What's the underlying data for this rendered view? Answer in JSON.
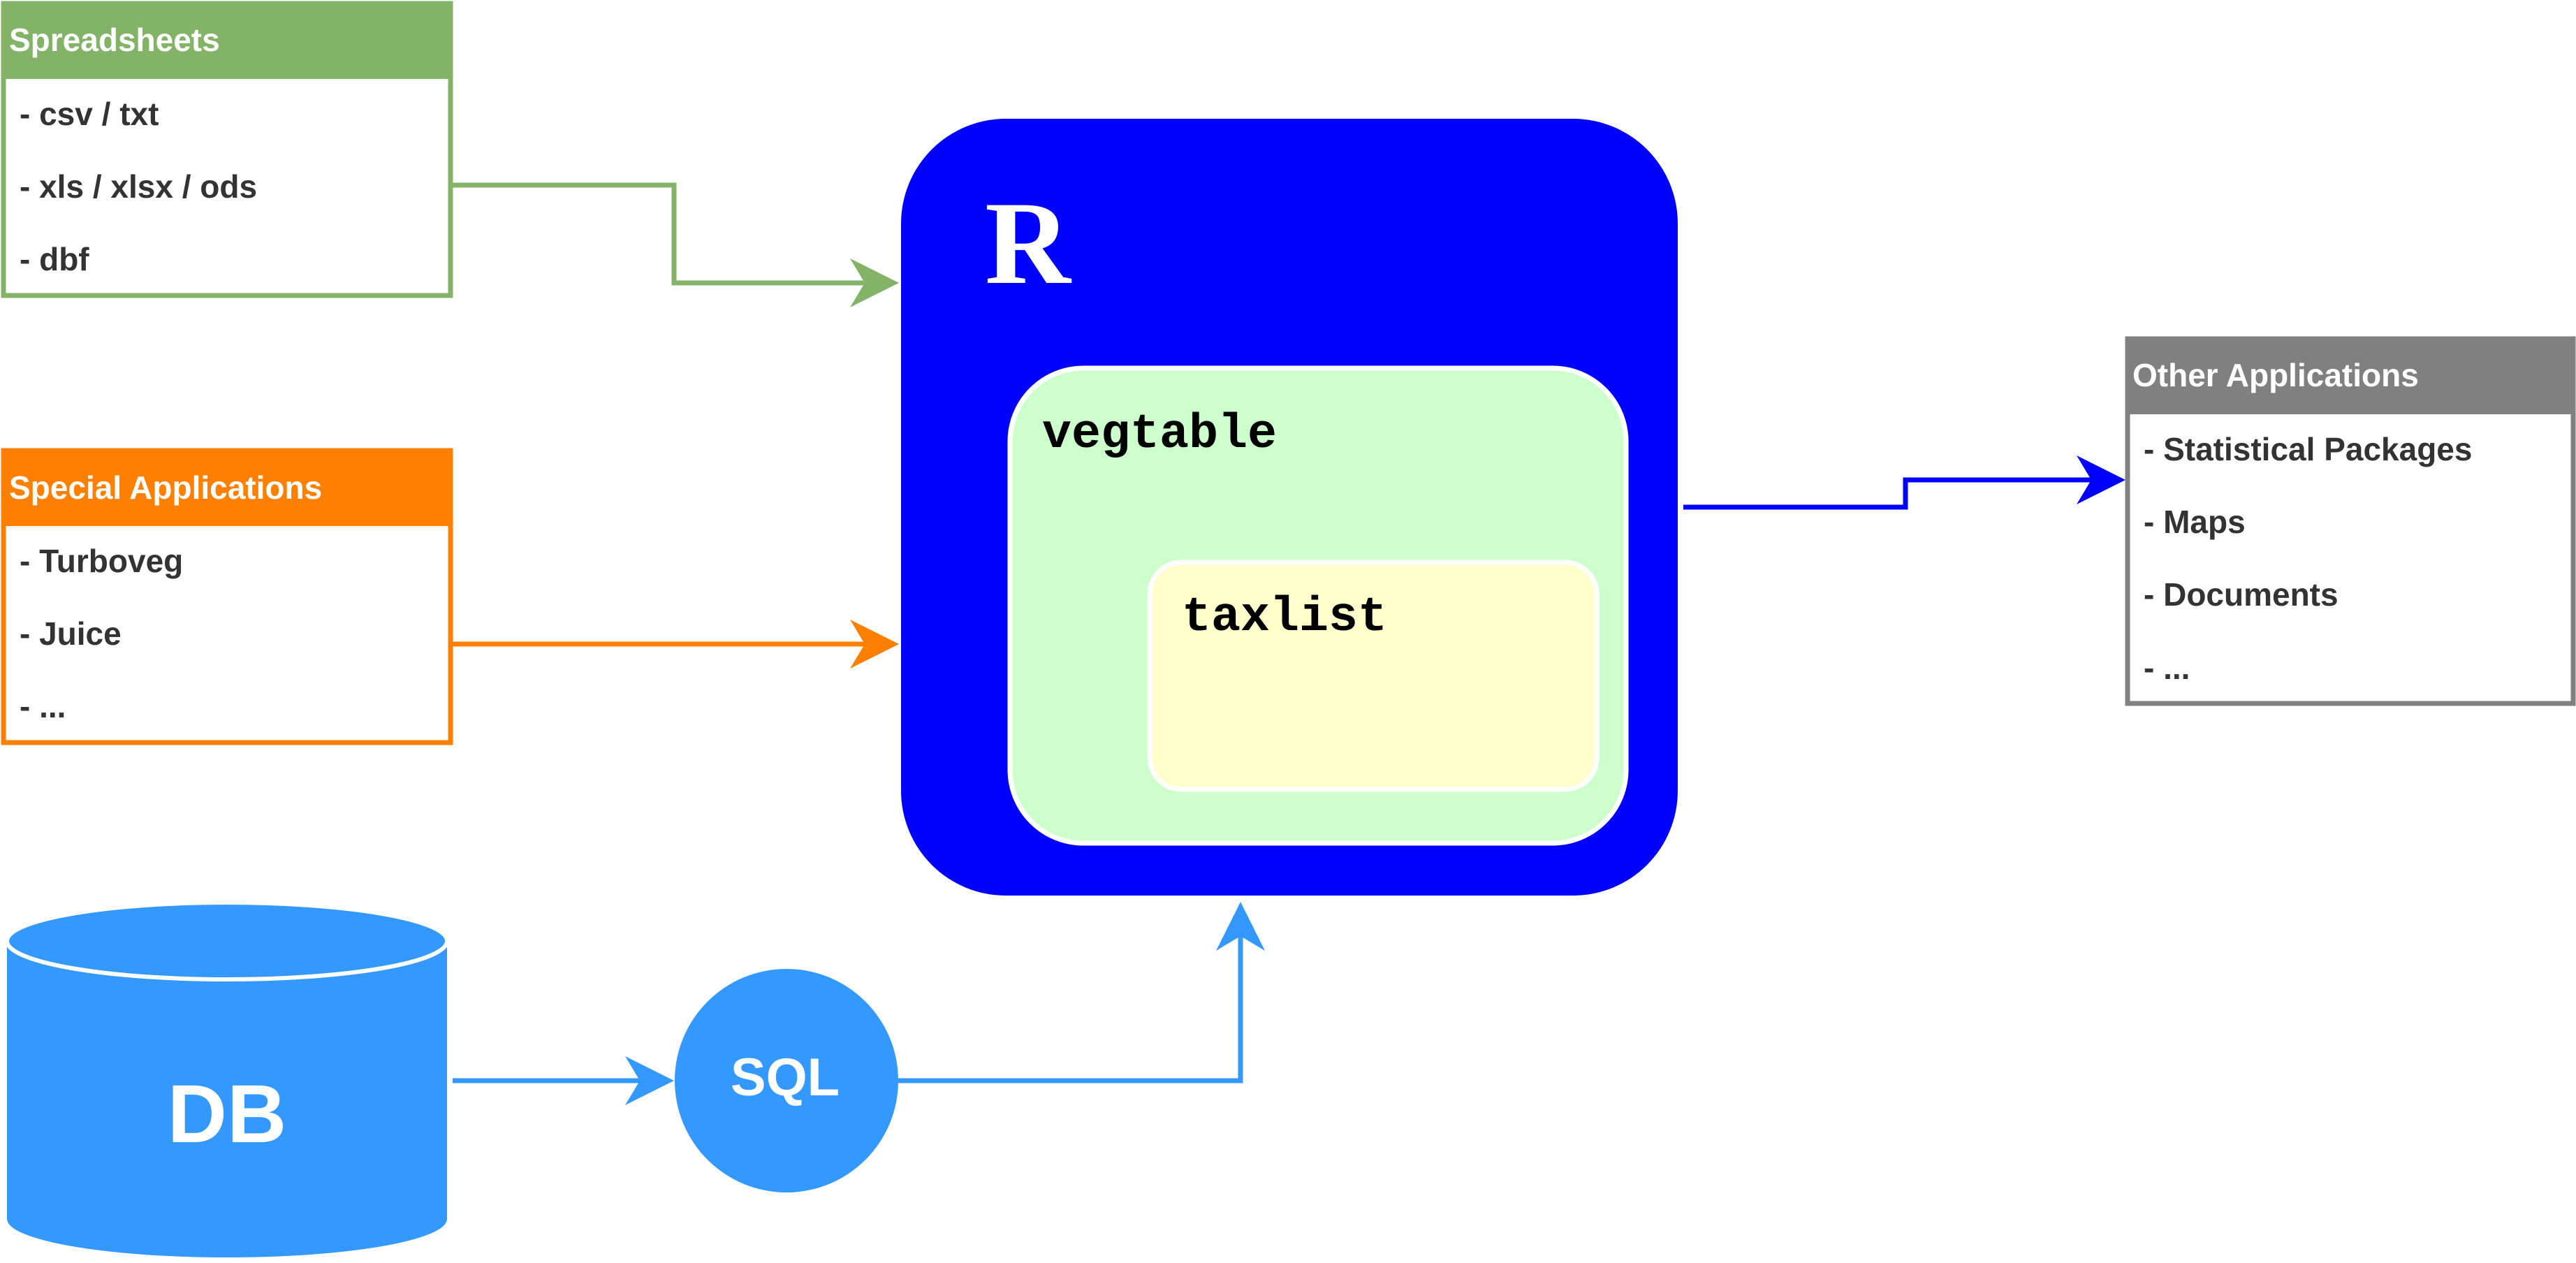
{
  "colors": {
    "spreadsheets": "#82b366",
    "special": "#ff8000",
    "other": "#808080",
    "r": "#0000ff",
    "vegtable": "#ccffcc",
    "taxlist": "#ffffcc",
    "db": "#3399ff",
    "item_text": "#333333"
  },
  "spreadsheets": {
    "title": "Spreadsheets",
    "items": [
      "- csv / txt",
      "- xls / xlsx / ods",
      "- dbf"
    ]
  },
  "special_applications": {
    "title": "Special Applications",
    "items": [
      "- Turboveg",
      "- Juice",
      "- ..."
    ]
  },
  "other_applications": {
    "title": "Other Applications",
    "items": [
      "- Statistical Packages",
      "- Maps",
      "- Documents",
      "- ..."
    ]
  },
  "r_container": {
    "label": "R",
    "vegtable": "vegtable",
    "taxlist": "taxlist"
  },
  "database": {
    "label": "DB"
  },
  "sql": {
    "label": "SQL"
  }
}
